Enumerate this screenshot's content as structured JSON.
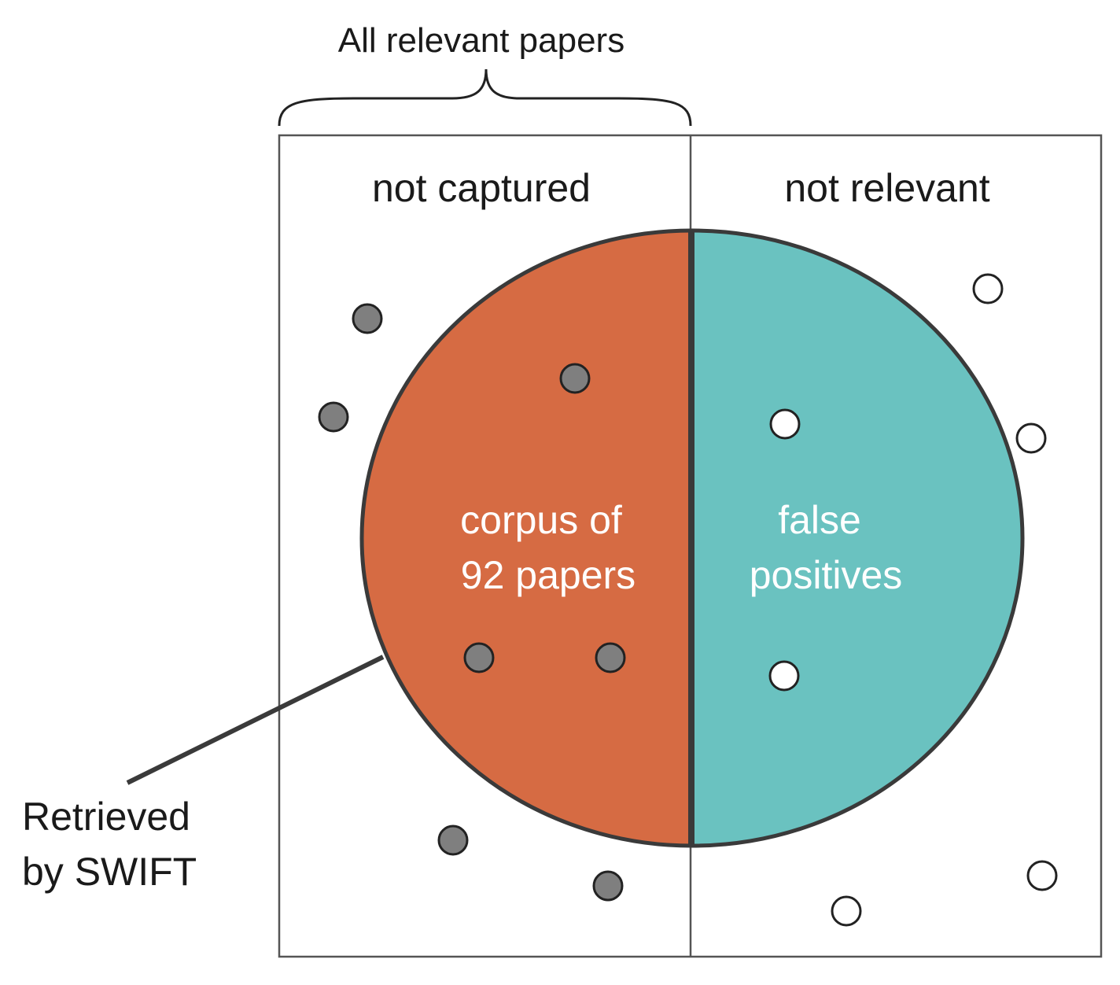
{
  "labels": {
    "all_relevant": "All relevant papers",
    "not_captured": "not captured",
    "not_relevant": "not relevant",
    "corpus_line1": "corpus of",
    "corpus_line2": "92 papers",
    "false_line1": "false",
    "false_line2": "positives",
    "retrieved_line1": "Retrieved",
    "retrieved_line2": "by SWIFT"
  },
  "colors": {
    "relevant_half": "#D66B43",
    "irrelevant_half": "#6AC2C0",
    "relevant_dot": "#7F7F7F",
    "irrelevant_dot": "#FFFFFF",
    "outline": "#3A3A3A",
    "box_border": "#555555"
  },
  "icons": {
    "relevant_paper": "filled-gray-circle",
    "irrelevant_paper": "hollow-white-circle"
  }
}
